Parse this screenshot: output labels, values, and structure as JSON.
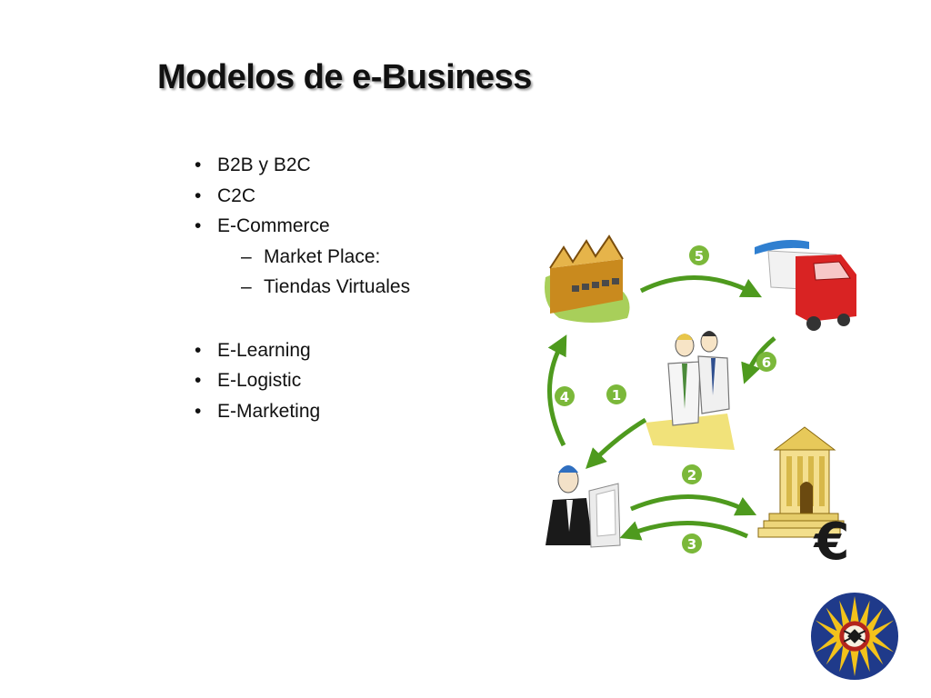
{
  "slide": {
    "title": "Modelos de e-Business",
    "bullet_symbol": "•",
    "dash_symbol": "–",
    "bullets": [
      {
        "text": "B2B y B2C",
        "level": 1
      },
      {
        "text": "C2C",
        "level": 1
      },
      {
        "text": "E-Commerce",
        "level": 1
      },
      {
        "text": "Market Place:",
        "level": 2
      },
      {
        "text": "Tiendas Virtuales",
        "level": 2
      },
      {
        "text": "E-Learning",
        "level": 1
      },
      {
        "text": "E-Logistic",
        "level": 1
      },
      {
        "text": "E-Marketing",
        "level": 1
      }
    ]
  },
  "diagram": {
    "steps": [
      "1",
      "2",
      "3",
      "4",
      "5",
      "6"
    ],
    "currency_symbol": "€",
    "colors": {
      "arrow": "#4e9a1e",
      "badge": "#7bb83a",
      "factory_roof": "#d39a2b",
      "truck": "#d92323",
      "bank": "#f1d77a"
    },
    "icons": [
      "factory-icon",
      "truck-icon",
      "office-workers-icon",
      "customer-computer-icon",
      "bank-icon",
      "euro-icon"
    ]
  },
  "logo": {
    "icon": "university-seal-icon",
    "colors": {
      "ring": "#1f3a8a",
      "rays": "#f2c21b",
      "center": "#b3241d"
    }
  }
}
